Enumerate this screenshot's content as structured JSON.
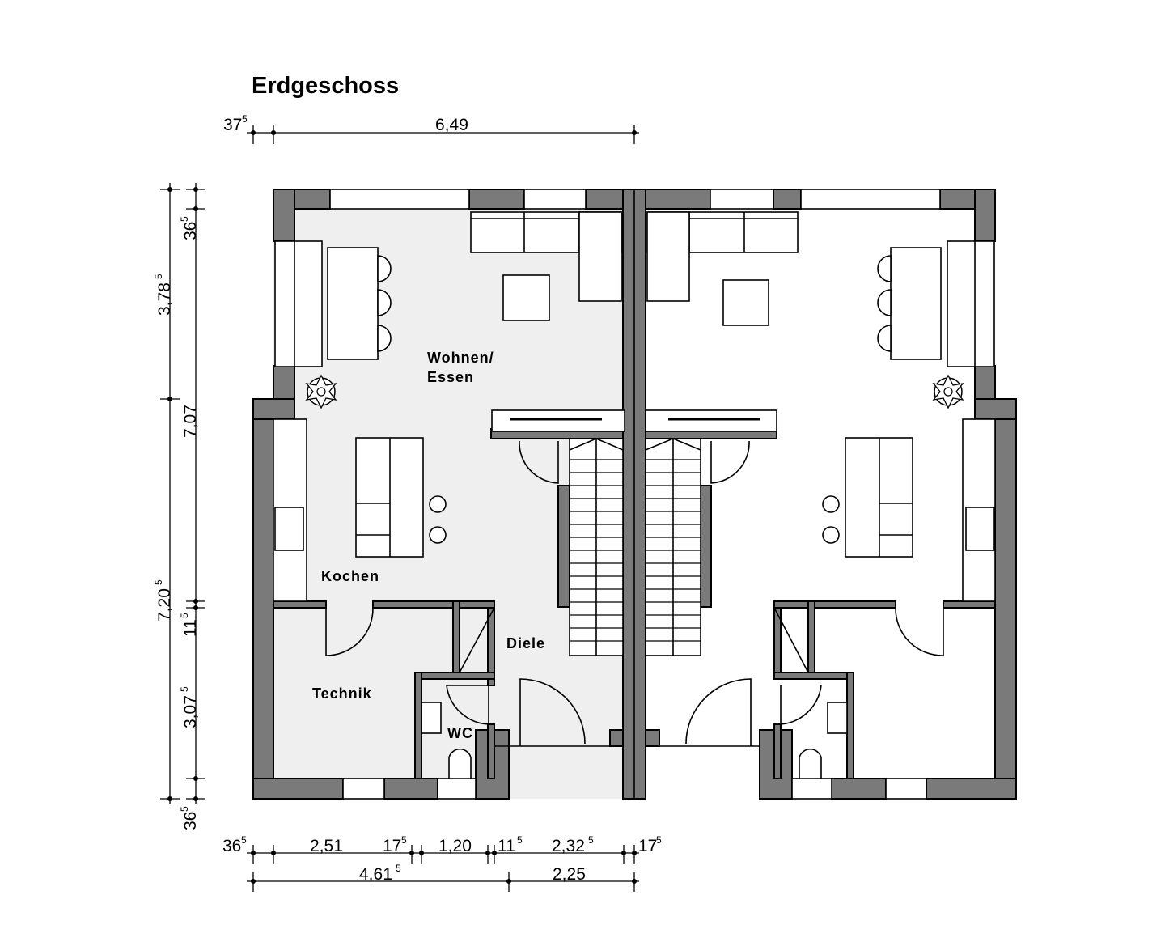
{
  "title": "Erdgeschoss",
  "rooms": {
    "wohnen_line1": "Wohnen/",
    "wohnen_line2": "Essen",
    "kochen": "Kochen",
    "diele": "Diele",
    "technik": "Technik",
    "wc": "WC"
  },
  "dimensions": {
    "top": [
      {
        "main": "37",
        "sup": "5"
      },
      {
        "main": "6,49",
        "sup": ""
      }
    ],
    "bottom_row1": [
      {
        "main": "36",
        "sup": "5"
      },
      {
        "main": "2,51",
        "sup": ""
      },
      {
        "main": "17",
        "sup": "5"
      },
      {
        "main": "1,20",
        "sup": ""
      },
      {
        "main": "11",
        "sup": "5"
      },
      {
        "main": "2,32",
        "sup": "5"
      },
      {
        "main": "17",
        "sup": "5"
      }
    ],
    "bottom_row2": [
      {
        "main": "4,61",
        "sup": "5"
      },
      {
        "main": "2,25",
        "sup": ""
      }
    ],
    "left_outer": [
      {
        "main": "3,78",
        "sup": "5"
      },
      {
        "main": "7,20",
        "sup": "5"
      }
    ],
    "left_inner": [
      {
        "main": "36",
        "sup": "5"
      },
      {
        "main": "7,07",
        "sup": ""
      },
      {
        "main": "11",
        "sup": "5"
      },
      {
        "main": "3,07",
        "sup": "5"
      },
      {
        "main": "36",
        "sup": "5"
      }
    ]
  },
  "colors": {
    "wall": "#7a7a7a",
    "floor_left": "#efefef",
    "floor_right": "#ffffff"
  },
  "icons": [
    "plant-icon",
    "toilet-icon",
    "stool-icon"
  ]
}
